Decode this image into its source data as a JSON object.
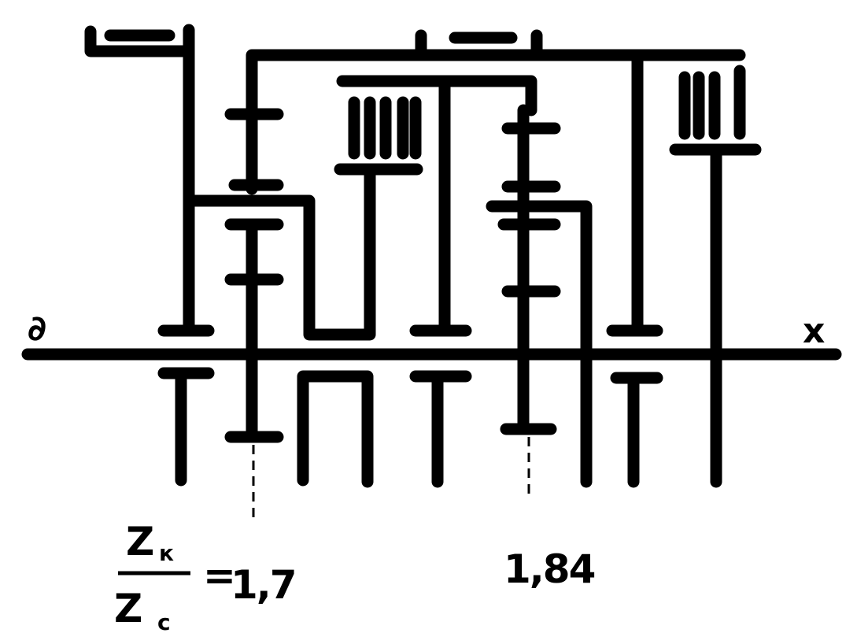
{
  "diagram": {
    "input_shaft_label": "∂",
    "output_shaft_label": "x",
    "ratio_formula": {
      "numerator": "Z",
      "numerator_sub": "к",
      "denominator": "Z",
      "denominator_sub": "с",
      "equals": "="
    },
    "ratios": [
      "1,7",
      "1,84"
    ],
    "colors": {
      "ink": "#000000",
      "paper": "#ffffff"
    }
  }
}
